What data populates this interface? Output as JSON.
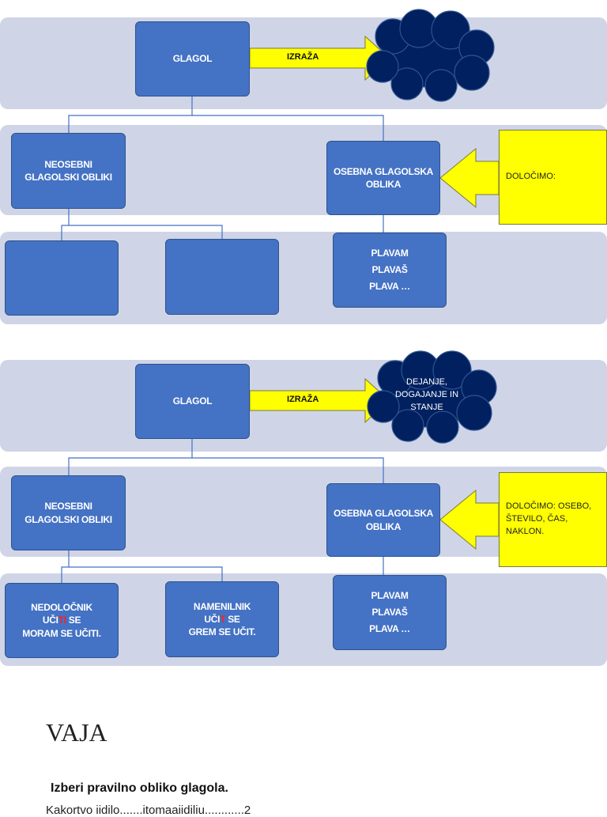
{
  "diagram1": {
    "root": "GLAGOL",
    "arrow_label": "IZRAŽA",
    "cloud_text": "",
    "left_node": [
      "NEOSEBNI",
      "GLAGOLSKI OBLIKI"
    ],
    "right_node": [
      "OSEBNA GLAGOLSKA",
      "OBLIKA"
    ],
    "callout": "DOLOČIMO:",
    "examples": [
      "PLAVAM",
      "PLAVAŠ",
      "PLAVA …"
    ]
  },
  "diagram2": {
    "root": "GLAGOL",
    "arrow_label": "IZRAŽA",
    "cloud_text": [
      "DEJANJE,",
      "DOGAJANJE IN",
      "STANJE"
    ],
    "left_node": [
      "NEOSEBNI",
      "GLAGOLSKI OBLIKI"
    ],
    "right_node": [
      "OSEBNA GLAGOLSKA",
      "OBLIKA"
    ],
    "callout": [
      "DOLOČIMO: OSEBO,",
      "ŠTEVILO, ČAS,",
      "NAKLON."
    ],
    "examples": [
      "PLAVAM",
      "PLAVAŠ",
      "PLAVA …"
    ],
    "nedolocnik": {
      "title": "NEDOLOČNIK",
      "word_prefix": "UČI",
      "word_ending": "TI",
      "word_suffix": " SE",
      "example": "MORAM SE UČITI."
    },
    "namenilnik": {
      "title": "NAMENILNIK",
      "word_prefix": "UČI",
      "word_ending": "T",
      "word_suffix": " SE",
      "example": "GREM SE UČIT."
    }
  },
  "exercise": {
    "heading": "VAJA",
    "instruction": "Izberi pravilno obliko glagola.",
    "question": "Kakortvo iidilo.......itomaaiidiliu............2"
  },
  "colors": {
    "band": "#cfd5e6",
    "box": "#4472c4",
    "cloud": "#002060",
    "arrow": "#ffff00",
    "ending": "#ff2020"
  }
}
